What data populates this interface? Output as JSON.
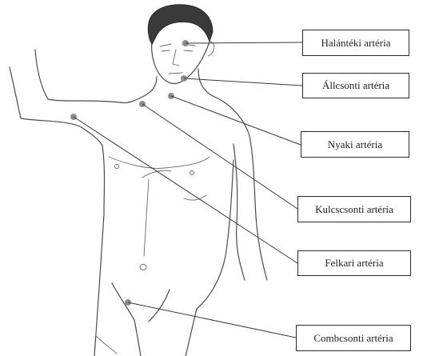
{
  "colors": {
    "pulse_point": "#8c8c8c",
    "line": "#3a3a3a",
    "figure": "#4a4a4a"
  },
  "pulse_points": [
    {
      "id": "temporal",
      "label": "Halántéki artéria"
    },
    {
      "id": "facial",
      "label": "Állcsonti artéria"
    },
    {
      "id": "carotid",
      "label": "Nyaki artéria"
    },
    {
      "id": "subclavian",
      "label": "Kulcscsonti artéria"
    },
    {
      "id": "brachial",
      "label": "Felkari artéria"
    },
    {
      "id": "femoral",
      "label": "Combcsonti artéria"
    }
  ]
}
